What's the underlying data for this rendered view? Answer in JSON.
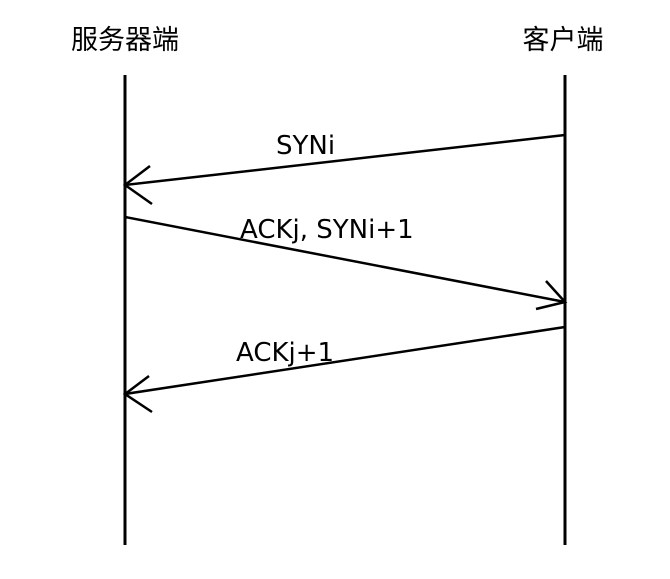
{
  "actors": {
    "server": "服务器端",
    "client": "客户端"
  },
  "messages": [
    {
      "label": "SYNi",
      "from": "client",
      "to": "server"
    },
    {
      "label": "ACKj, SYNi+1",
      "from": "server",
      "to": "client"
    },
    {
      "label": "ACKj+1",
      "from": "client",
      "to": "server"
    }
  ],
  "colors": {
    "line": "#000000",
    "background": "#ffffff"
  }
}
